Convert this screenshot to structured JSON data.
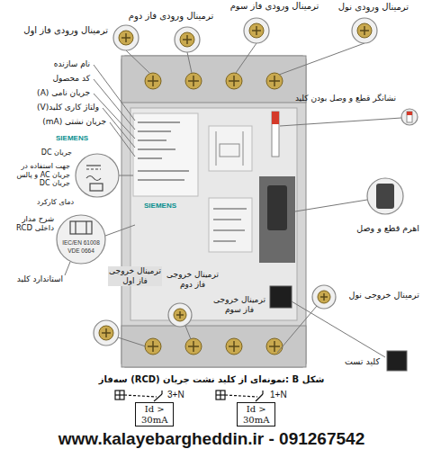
{
  "diagram": {
    "caption": "شکل B :نمونه‌ای از کلید نشت جریان (RCD) سه‌فاز",
    "nodes": [
      {
        "text": [
          "Id >",
          "30mA"
        ]
      },
      {
        "text": [
          "Id >",
          "30mA"
        ]
      }
    ],
    "labels": [
      "ترمینال ورودی فاز دوم",
      "ترمینال ورودی فاز سوم",
      "ترمینال ورودی نول",
      "ترمینال ورودی فاز اول",
      "نشانگر قطع و وصل بودن کلید",
      "اهرم قطع و وصل",
      "ترمینال خروجی نول",
      "کلید تست",
      "نام سازنده",
      "کد محصول",
      "جریان نامی (A)",
      "ولتاژ کاری کلید(V)",
      "جریان نشتی (mA)",
      "SIEMENS",
      "جریان DC",
      "جهت استفاده در جریان AC و پالس جریان DC",
      "دمای کارکرد",
      "شرح مدار داخلی RCD",
      "IEC/EN 61008",
      "VDE 0664",
      "استاندارد کلید",
      "ترمینال خروجی فاز اول",
      "ترمینال خروجی فاز دوم",
      "ترمینال خروجی فاز سوم",
      "SIEMENS",
      "3+N",
      "1+N",
      "www.kalayebargheddin.ir - 091267542"
    ]
  }
}
